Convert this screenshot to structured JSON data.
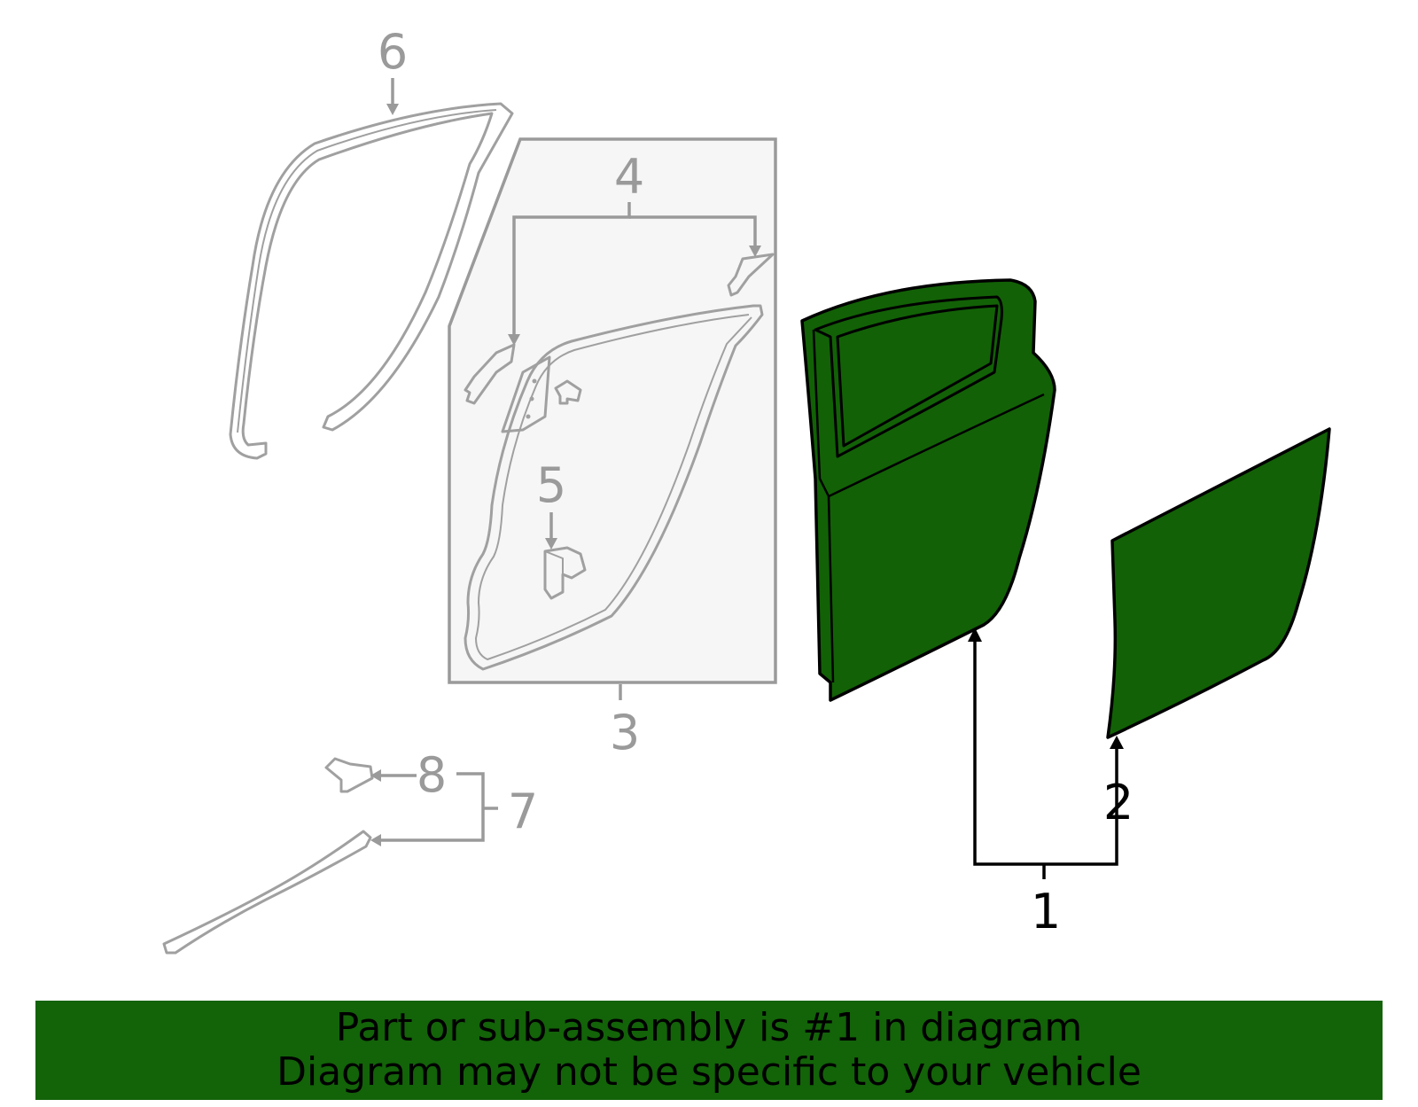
{
  "callouts": {
    "c1": "1",
    "c2": "2",
    "c3": "3",
    "c4": "4",
    "c5": "5",
    "c6": "6",
    "c7": "7",
    "c8": "8"
  },
  "footer": {
    "line1": "Part or sub-assembly is #1 in diagram",
    "line2": "Diagram may not be specific to your vehicle"
  },
  "colors": {
    "highlight": "#136309",
    "highlight_part": "#126106",
    "linework": "#9a9a9a"
  }
}
